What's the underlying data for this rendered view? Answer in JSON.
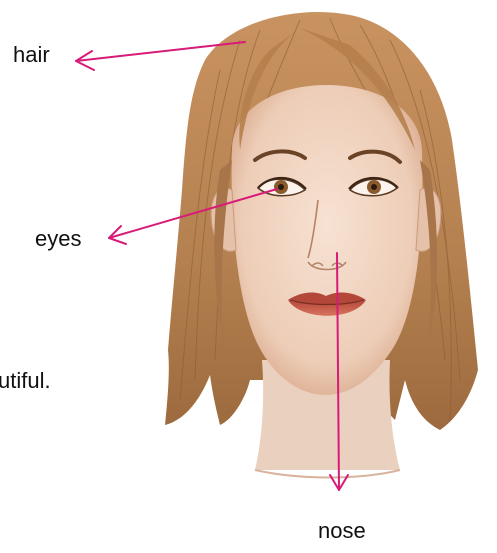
{
  "labels": {
    "hair": "hair",
    "eyes": "eyes",
    "nose": "nose",
    "partial_text": "utiful."
  },
  "colors": {
    "arrow": "#d81b78",
    "hair": "#b88452",
    "hair_dark": "#8a5a30",
    "skin": "#f2d6c3",
    "skin_shade": "#dcae92",
    "lips": "#c4553f",
    "iris": "#8a5a2c"
  }
}
